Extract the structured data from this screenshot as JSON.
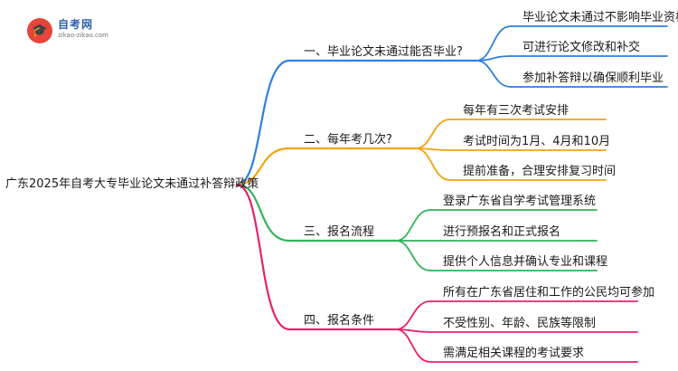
{
  "logo": {
    "name": "自考网",
    "url": "zikao-zikao.com",
    "icon": "graduation-cap-icon"
  },
  "root": {
    "label": "广东2025年自考大专毕业论文未通过补答辩政策"
  },
  "branches": [
    {
      "label": "一、毕业论文未通过能否毕业?",
      "color": "#2f7fe0",
      "children": [
        "毕业论文未通过不影响毕业资格",
        "可进行论文修改和补交",
        "参加补答辩以确保顺利毕业"
      ]
    },
    {
      "label": "二、每年考几次?",
      "color": "#f2a20c",
      "children": [
        "每年有三次考试安排",
        "考试时间为1月、4月和10月",
        "提前准备，合理安排复习时间"
      ]
    },
    {
      "label": "三、报名流程",
      "color": "#2fb35a",
      "children": [
        "登录广东省自学考试管理系统",
        "进行预报名和正式报名",
        "提供个人信息并确认专业和课程"
      ]
    },
    {
      "label": "四、报名条件",
      "color": "#e8206e",
      "children": [
        "所有在广东省居住和工作的公民均可参加",
        "不受性别、年龄、民族等限制",
        "需满足相关课程的考试要求"
      ]
    }
  ]
}
